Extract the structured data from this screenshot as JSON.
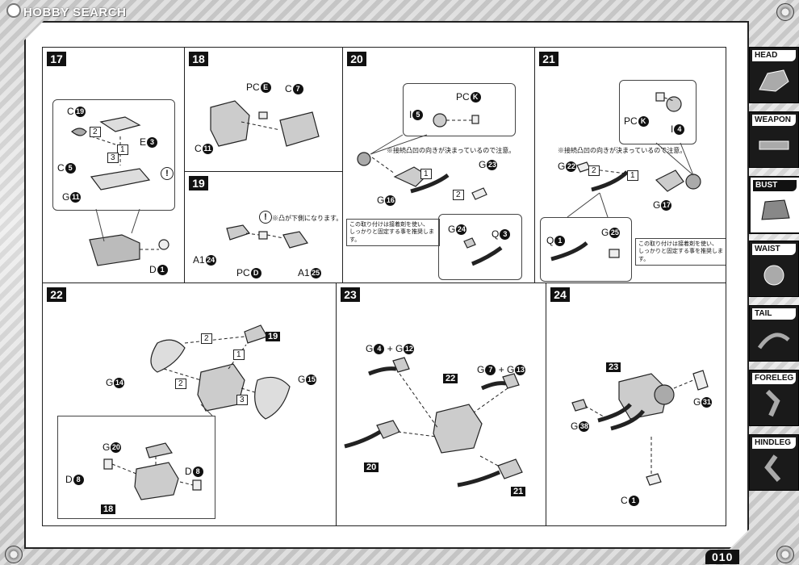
{
  "watermark": "HOBBY SEARCH",
  "page_number": "010",
  "tabs": [
    {
      "label": "HEAD",
      "active": false
    },
    {
      "label": "WEAPON",
      "active": false
    },
    {
      "label": "BUST",
      "active": true
    },
    {
      "label": "WAIST",
      "active": false
    },
    {
      "label": "TAIL",
      "active": false
    },
    {
      "label": "FORELEG",
      "active": false
    },
    {
      "label": "HINDLEG",
      "active": false
    }
  ],
  "steps": {
    "s17": {
      "number": "17",
      "parts": {
        "c19": {
          "l": "C",
          "n": "19"
        },
        "c5": {
          "l": "C",
          "n": "5"
        },
        "e3": {
          "l": "E",
          "n": "3"
        },
        "g11": {
          "l": "G",
          "n": "11"
        },
        "d1": {
          "l": "D",
          "n": "1"
        }
      },
      "seq": [
        "2",
        "1",
        "3"
      ]
    },
    "s18": {
      "number": "18",
      "parts": {
        "pce": {
          "l": "PC",
          "n": "E"
        },
        "c7": {
          "l": "C",
          "n": "7"
        },
        "c11": {
          "l": "C",
          "n": "11"
        }
      }
    },
    "s19": {
      "number": "19",
      "note": "※凸が下側になります。",
      "parts": {
        "a24": {
          "l": "A1",
          "n": "24"
        },
        "pcd": {
          "l": "PC",
          "n": "D"
        },
        "a25": {
          "l": "A1",
          "n": "25"
        }
      }
    },
    "s20": {
      "number": "20",
      "note": "※接続凸凹の向きが決まっているので注意。",
      "warning": [
        "この取り付けは接着剤を使い、",
        "しっかりと固定する事を推奨します。"
      ],
      "parts": {
        "pck": {
          "l": "PC",
          "n": "K"
        },
        "i5": {
          "l": "I",
          "n": "5"
        },
        "g23": {
          "l": "G",
          "n": "23"
        },
        "g16": {
          "l": "G",
          "n": "16"
        },
        "g24": {
          "l": "G",
          "n": "24"
        },
        "q3": {
          "l": "Q",
          "n": "3"
        }
      },
      "seq": [
        "1",
        "2"
      ]
    },
    "s21": {
      "number": "21",
      "note": "※接続凸凹の向きが決まっているので注意。",
      "warning": [
        "この取り付けは接着剤を使い、",
        "しっかりと固定する事を推奨します。"
      ],
      "parts": {
        "pck": {
          "l": "PC",
          "n": "K"
        },
        "i4": {
          "l": "I",
          "n": "4"
        },
        "g22": {
          "l": "G",
          "n": "22"
        },
        "g17": {
          "l": "G",
          "n": "17"
        },
        "q1": {
          "l": "Q",
          "n": "1"
        },
        "g25": {
          "l": "G",
          "n": "25"
        }
      },
      "seq": [
        "2",
        "1"
      ]
    },
    "s22": {
      "number": "22",
      "parts": {
        "g14": {
          "l": "G",
          "n": "14"
        },
        "g15": {
          "l": "G",
          "n": "15"
        },
        "g20": {
          "l": "G",
          "n": "20"
        },
        "d8a": {
          "l": "D",
          "n": "8"
        },
        "d8b": {
          "l": "D",
          "n": "8"
        }
      },
      "refs": [
        "19",
        "18"
      ],
      "seq": [
        "2",
        "1",
        "2",
        "3"
      ]
    },
    "s23": {
      "number": "23",
      "parts": {
        "g4": {
          "l": "G",
          "n": "4"
        },
        "g12": {
          "l": "G",
          "n": "12"
        },
        "g7": {
          "l": "G",
          "n": "7"
        },
        "g13": {
          "l": "G",
          "n": "13"
        }
      },
      "plus": "+",
      "refs": [
        "22",
        "20",
        "21"
      ]
    },
    "s24": {
      "number": "24",
      "parts": {
        "g31": {
          "l": "G",
          "n": "31"
        },
        "g38": {
          "l": "G",
          "n": "38"
        },
        "c1": {
          "l": "C",
          "n": "1"
        }
      },
      "refs": [
        "23"
      ]
    }
  }
}
